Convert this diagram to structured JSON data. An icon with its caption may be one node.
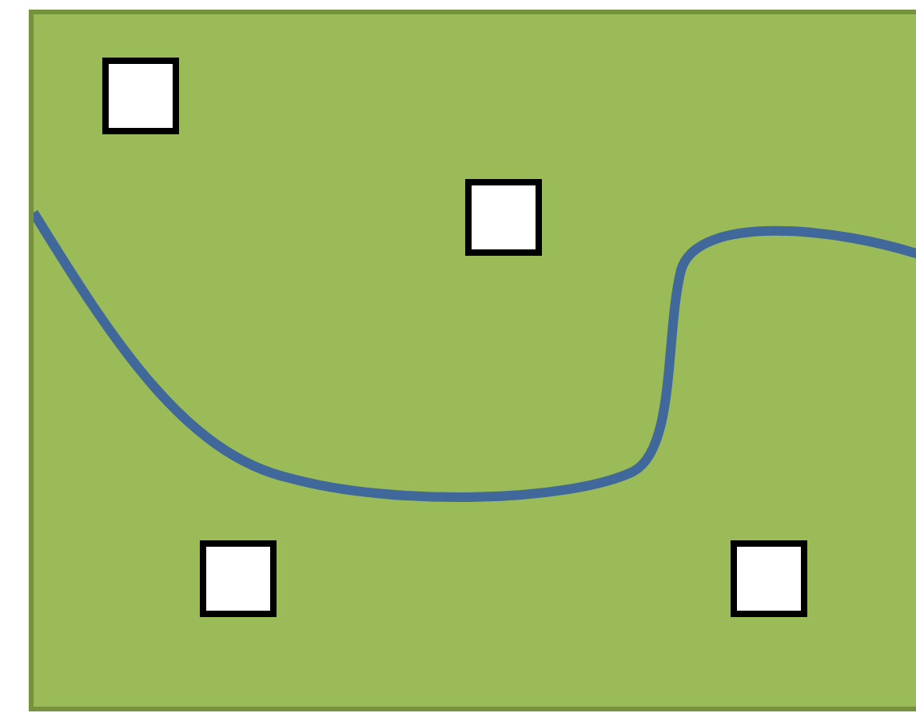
{
  "diagram": {
    "nodes": [
      {
        "text": [],
        "shape": "box"
      },
      {
        "text": [],
        "shape": "box",
        "in": 0
      },
      {
        "text": [],
        "shape": "box",
        "in": 0
      },
      {
        "text": [],
        "shape": "box",
        "in": 0
      },
      {
        "text": [],
        "shape": "box",
        "in": 0
      }
    ]
  }
}
